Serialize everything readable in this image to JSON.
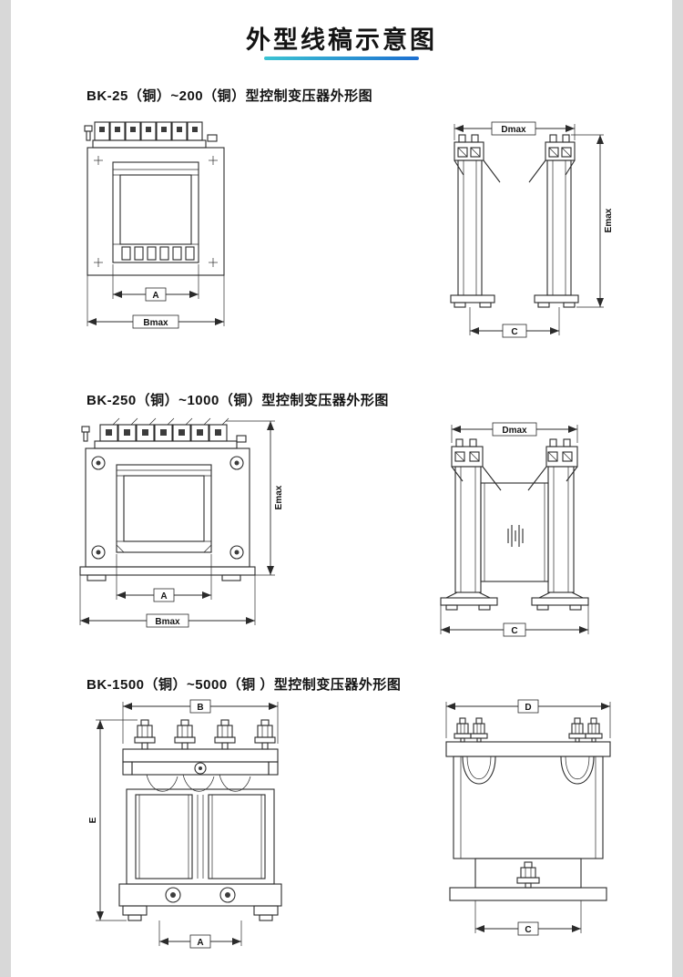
{
  "page": {
    "title": "外型线稿示意图"
  },
  "theme": {
    "underline_from": "#3bc3d2",
    "underline_to": "#1d6fd1"
  },
  "sections": [
    {
      "heading": "BK-25（铜）~200（铜）型控制变压器外形图",
      "front": {
        "dim_a": "A",
        "dim_b": "Bmax"
      },
      "side": {
        "dim_d": "Dmax",
        "dim_e": "Emax",
        "dim_c": "C"
      }
    },
    {
      "heading": "BK-250（铜）~1000（铜）型控制变压器外形图",
      "front": {
        "dim_a": "A",
        "dim_b": "Bmax",
        "dim_e": "Emax"
      },
      "side": {
        "dim_d": "Dmax",
        "dim_c": "C"
      }
    },
    {
      "heading": "BK-1500（铜）~5000（铜 ）型控制变压器外形图",
      "front": {
        "dim_b": "B",
        "dim_e": "E",
        "dim_a": "A"
      },
      "side": {
        "dim_d": "D",
        "dim_c": "C"
      }
    }
  ]
}
